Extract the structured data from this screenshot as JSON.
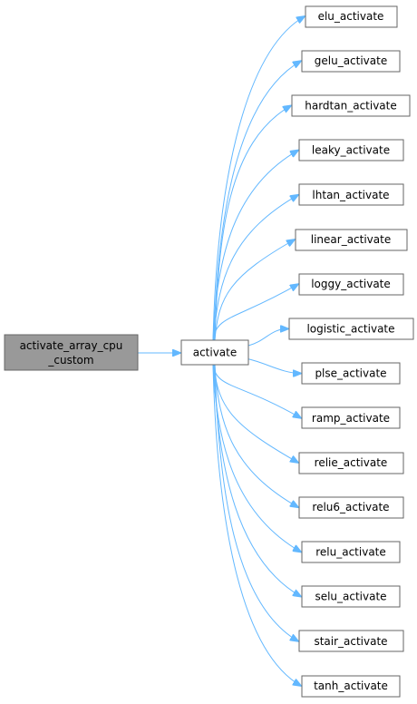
{
  "graph": {
    "root": {
      "label_line1": "activate_array_cpu",
      "label_line2": "_custom"
    },
    "hub": {
      "label": "activate"
    },
    "targets": [
      {
        "label": "elu_activate"
      },
      {
        "label": "gelu_activate"
      },
      {
        "label": "hardtan_activate"
      },
      {
        "label": "leaky_activate"
      },
      {
        "label": "lhtan_activate"
      },
      {
        "label": "linear_activate"
      },
      {
        "label": "loggy_activate"
      },
      {
        "label": "logistic_activate"
      },
      {
        "label": "plse_activate"
      },
      {
        "label": "ramp_activate"
      },
      {
        "label": "relie_activate"
      },
      {
        "label": "relu6_activate"
      },
      {
        "label": "relu_activate"
      },
      {
        "label": "selu_activate"
      },
      {
        "label": "stair_activate"
      },
      {
        "label": "tanh_activate"
      }
    ],
    "colors": {
      "edge": "#63b8ff",
      "node_border": "#666666",
      "root_fill": "#999999",
      "node_fill": "#ffffff"
    }
  }
}
